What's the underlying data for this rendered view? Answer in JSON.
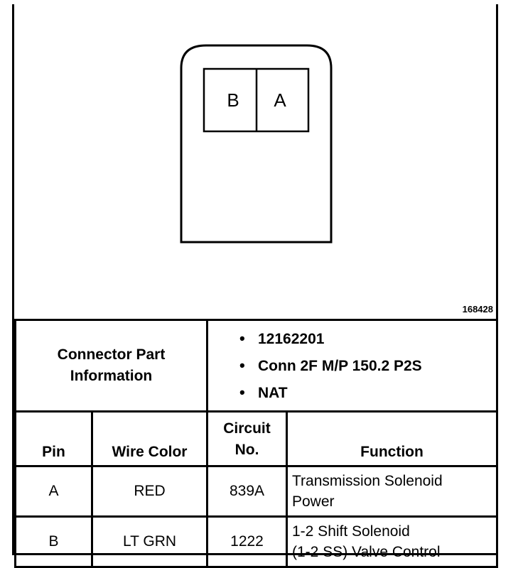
{
  "connector": {
    "cavities": [
      "B",
      "A"
    ],
    "figure_id": "168428"
  },
  "part_info": {
    "label_line1": "Connector Part",
    "label_line2": "Information",
    "items": [
      "12162201",
      "Conn 2F M/P 150.2 P2S",
      "NAT"
    ]
  },
  "table": {
    "headers": {
      "pin": "Pin",
      "wire_color": "Wire Color",
      "circuit_line1": "Circuit",
      "circuit_line2": "No.",
      "function": "Function"
    },
    "rows": [
      {
        "pin": "A",
        "wire_color": "RED",
        "circuit": "839A",
        "function_line1": "Transmission Solenoid",
        "function_line2": "Power"
      },
      {
        "pin": "B",
        "wire_color": "LT GRN",
        "circuit": "1222",
        "function_line1": "1-2 Shift Solenoid",
        "function_line2": "(1-2 SS) Valve Control"
      }
    ]
  }
}
